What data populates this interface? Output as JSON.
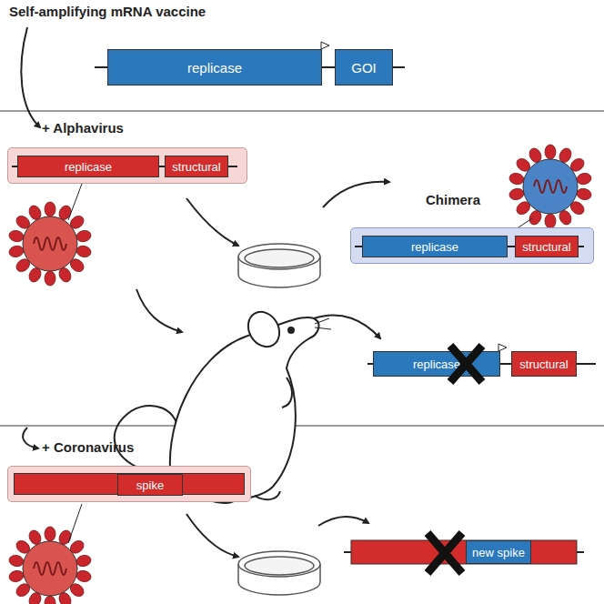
{
  "diagram": {
    "nodes": [
      {
        "text": [
          "replicase"
        ]
      },
      {
        "text": [
          "GOI"
        ]
      },
      {
        "text": []
      },
      {
        "text": [
          "replicase"
        ],
        "in": 2
      },
      {
        "text": [
          "structural"
        ],
        "in": 2
      },
      {
        "text": [
          "Chimera"
        ]
      },
      {
        "text": [
          "replicase"
        ],
        "in": 5
      },
      {
        "text": [
          "structural"
        ],
        "in": 5
      },
      {
        "text": [
          "replicase"
        ]
      },
      {
        "text": [
          "structural"
        ]
      },
      {
        "text": []
      },
      {
        "text": [
          "spike"
        ],
        "in": 10
      },
      {
        "text": [
          "new spike"
        ]
      }
    ],
    "labels": [
      "Self-amplifying mRNA vaccine",
      "+ Alphavirus",
      "+ Coronavirus"
    ]
  }
}
